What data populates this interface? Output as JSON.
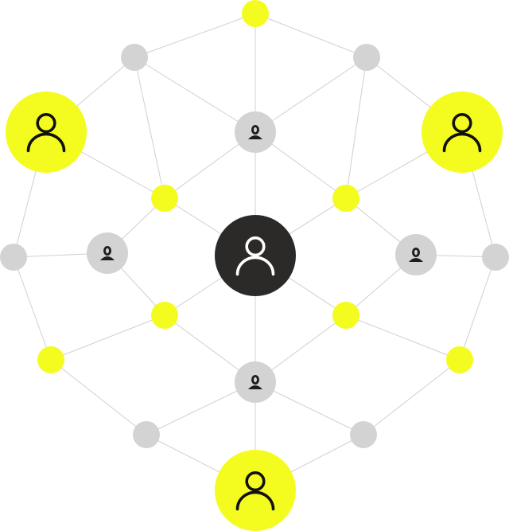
{
  "diagram": {
    "type": "network",
    "colors": {
      "accent": "#f4fc1f",
      "neutral": "#d3d3d3",
      "center": "#2b2a28",
      "edge": "#d0d0d0",
      "icon_dark": "#1e1e1e",
      "icon_light": "#ffffff"
    },
    "node_types": [
      "center-user",
      "user",
      "small-user",
      "connector-yellow",
      "connector-gray"
    ]
  }
}
